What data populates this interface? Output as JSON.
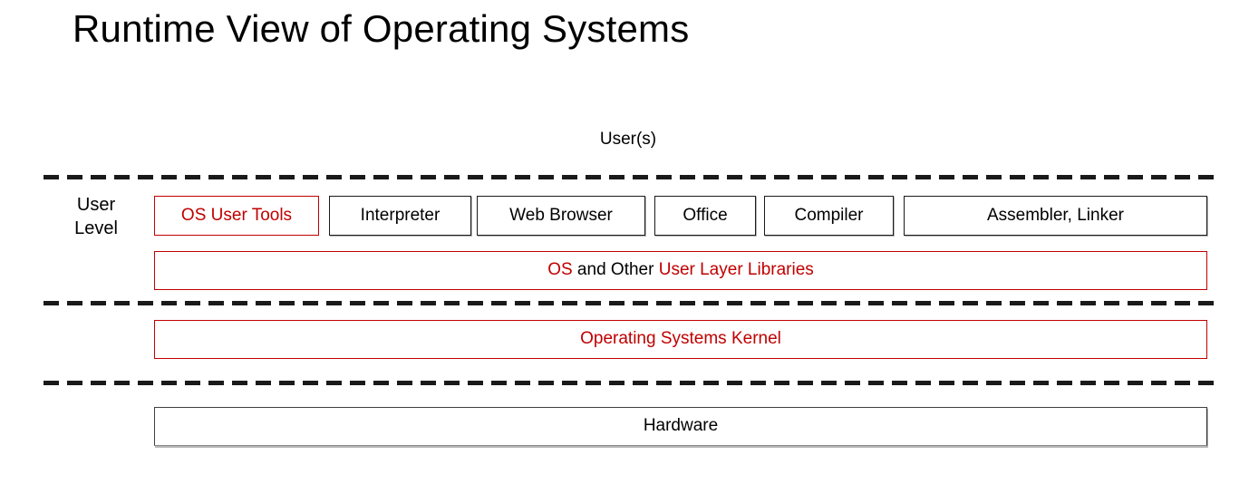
{
  "slide": {
    "title": "Runtime View of Operating Systems",
    "background": "#ffffff"
  },
  "colors": {
    "accent_red": "#C00000",
    "text_black": "#000000",
    "border_black": "#1a1a1a",
    "border_gray": "#808080"
  },
  "diagram": {
    "top_caption": "User(s)",
    "left_label_line1": "User",
    "left_label_line2": "Level",
    "dividers": [
      {
        "name": "user-boundary-top",
        "style": "dashed"
      },
      {
        "name": "user-kernel-boundary",
        "style": "dashed"
      },
      {
        "name": "kernel-hardware-boundary",
        "style": "dashed"
      }
    ],
    "application_row": [
      {
        "label": "OS User Tools",
        "color": "#C00000",
        "border": "#C00000"
      },
      {
        "label": "Interpreter",
        "color": "#000000",
        "border": "#1a1a1a"
      },
      {
        "label": "Web Browser",
        "color": "#000000",
        "border": "#1a1a1a"
      },
      {
        "label": "Office",
        "color": "#000000",
        "border": "#1a1a1a"
      },
      {
        "label": "Compiler",
        "color": "#000000",
        "border": "#1a1a1a"
      },
      {
        "label": "Assembler, Linker",
        "color": "#000000",
        "border": "#1a1a1a"
      }
    ],
    "libraries_bar": {
      "full_label": "OS and Other User Layer Libraries",
      "segment_1": "OS",
      "segment_2": " and Other ",
      "segment_3": "User Layer Libraries",
      "border": "#C00000"
    },
    "kernel_bar": {
      "label": "Operating Systems Kernel",
      "color": "#C00000",
      "border": "#C00000"
    },
    "hardware_bar": {
      "label": "Hardware",
      "color": "#000000",
      "border": "#404040"
    }
  }
}
